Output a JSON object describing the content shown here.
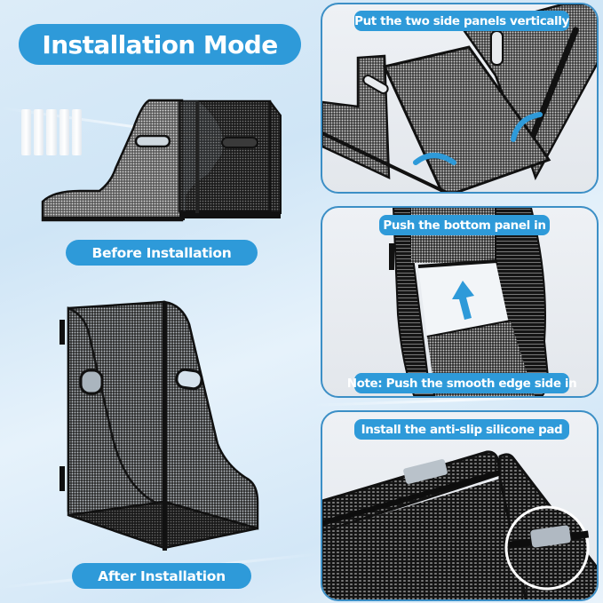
{
  "header": {
    "title": "Installation Mode"
  },
  "left": {
    "before": {
      "caption": "Before Installation",
      "image_alt": "Disassembled mesh file holder panels with five anti-slip silicone pads",
      "pad_count": 5
    },
    "after": {
      "caption": "After Installation",
      "image_alt": "Assembled black mesh magazine file holder"
    }
  },
  "steps": [
    {
      "label": "Put the two side panels vertically",
      "image_alt": "Side panels folded up with blue curved arrows"
    },
    {
      "label": "Push the bottom panel in",
      "note": "Note: Push the smooth edge side in",
      "image_alt": "Bottom panel pushed in with blue up arrow"
    },
    {
      "label": "Install the anti-slip silicone pad",
      "image_alt": "Close-up of silicone pad on mesh edge with magnified inset"
    }
  ],
  "colors": {
    "accent": "#2e9ad9",
    "panel_border": "#3c8fc6",
    "background": "#dcecf8",
    "mesh": "#1e1e1e"
  }
}
